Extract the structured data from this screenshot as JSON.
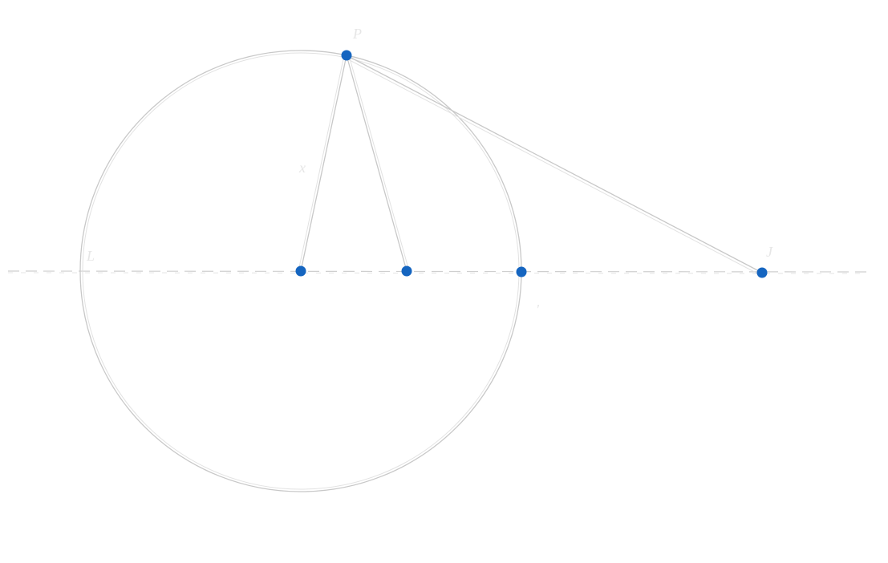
{
  "diagram": {
    "labels": {
      "top_point": "P",
      "left_point": "L",
      "segment_mark": "x",
      "tick_mark": "'",
      "right_point": "J"
    },
    "colors": {
      "background": "#ffffff",
      "point_fill": "#1565c0",
      "stroke": "#c8c8c8",
      "label": "#e6e6e6"
    }
  }
}
